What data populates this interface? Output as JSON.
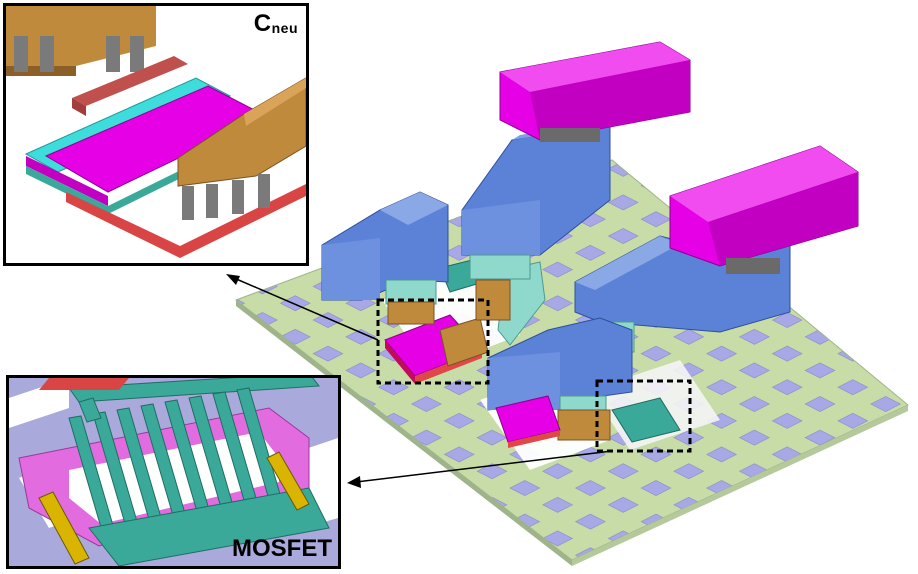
{
  "insets": {
    "top_left": {
      "label_main": "C",
      "label_sub": "neu"
    },
    "bottom_left": {
      "label": "MOSFET"
    }
  },
  "colors": {
    "substrate": "#c8dca8",
    "pad": "#a8a8e6",
    "blue_block": "#5b82d6",
    "magenta": "#e600e6",
    "copper": "#c08a3c",
    "teal": "#3aa99a",
    "cyan": "#3fdcdc",
    "red": "#d94545",
    "pink": "#e36be0"
  }
}
